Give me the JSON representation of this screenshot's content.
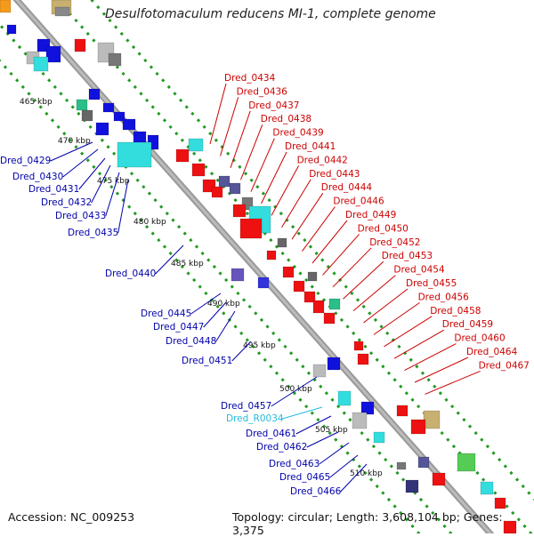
{
  "title": "Desulfotomaculum reducens MI-1, complete genome",
  "accession": "Accession: NC_009253",
  "topology": "Topology: circular; Length: 3,608,104 bp; Genes: 3,375",
  "colors": {
    "forward_gene": "#ee1111",
    "reverse_gene": "#1111dd",
    "rna": "#33dddd",
    "backbone": "#888888",
    "gc_dots": "#229922",
    "label_forward": "#cc0000",
    "label_reverse": "#0000aa",
    "label_rna": "#22bbdd"
  },
  "kbp_ticks": [
    "465 kbp",
    "470 kbp",
    "475 kbp",
    "480 kbp",
    "485 kbp",
    "490 kbp",
    "495 kbp",
    "500 kbp",
    "505 kbp",
    "510 kbp"
  ],
  "forward_labels": [
    "Dred_0434",
    "Dred_0436",
    "Dred_0437",
    "Dred_0438",
    "Dred_0439",
    "Dred_0441",
    "Dred_0442",
    "Dred_0443",
    "Dred_0444",
    "Dred_0446",
    "Dred_0449",
    "Dred_0450",
    "Dred_0452",
    "Dred_0453",
    "Dred_0454",
    "Dred_0455",
    "Dred_0456",
    "Dred_0458",
    "Dred_0459",
    "Dred_0460",
    "Dred_0464",
    "Dred_0467"
  ],
  "reverse_labels": [
    "Dred_0429",
    "Dred_0430",
    "Dred_0431",
    "Dred_0432",
    "Dred_0433",
    "Dred_0435",
    "Dred_0440",
    "Dred_0445",
    "Dred_0447",
    "Dred_0448",
    "Dred_0451",
    "Dred_0457",
    "Dred_R0034",
    "Dred_0461",
    "Dred_0462",
    "Dred_0463",
    "Dred_0465",
    "Dred_0466"
  ]
}
